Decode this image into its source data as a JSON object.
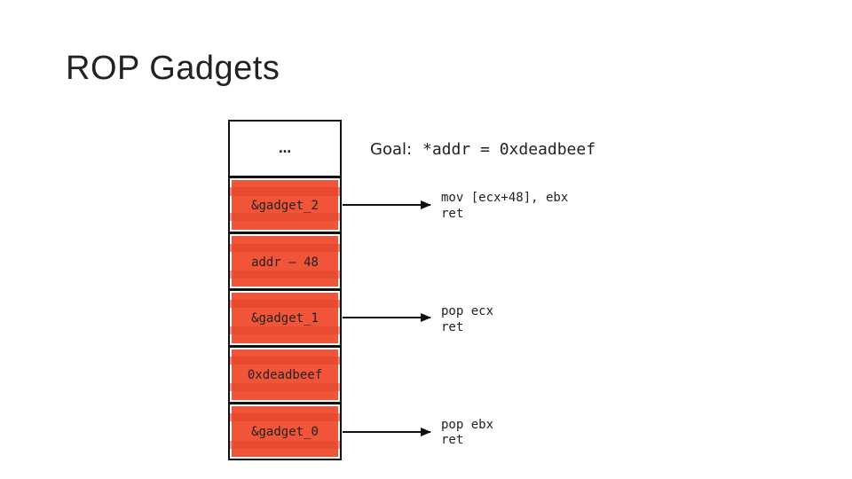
{
  "slide": {
    "title": "ROP Gadgets"
  },
  "goal": {
    "label": "Goal:",
    "expression": "*addr = 0xdeadbeef"
  },
  "stack": {
    "top_cell": "…",
    "cells": [
      {
        "label": "&gadget_2",
        "highlighted": true
      },
      {
        "label": "addr – 48",
        "highlighted": true
      },
      {
        "label": "&gadget_1",
        "highlighted": true
      },
      {
        "label": "0xdeadbeef",
        "highlighted": true
      },
      {
        "label": "&gadget_0",
        "highlighted": true
      }
    ]
  },
  "gadgets": [
    {
      "line1": "mov [ecx+48], ebx",
      "line2": "ret"
    },
    {
      "line1": "pop ecx",
      "line2": "ret"
    },
    {
      "line1": "pop ebx",
      "line2": "ret"
    }
  ],
  "colors": {
    "highlight": "#f0553a",
    "highlight_dark": "#e2432a",
    "border": "#111111",
    "text": "#222222"
  }
}
